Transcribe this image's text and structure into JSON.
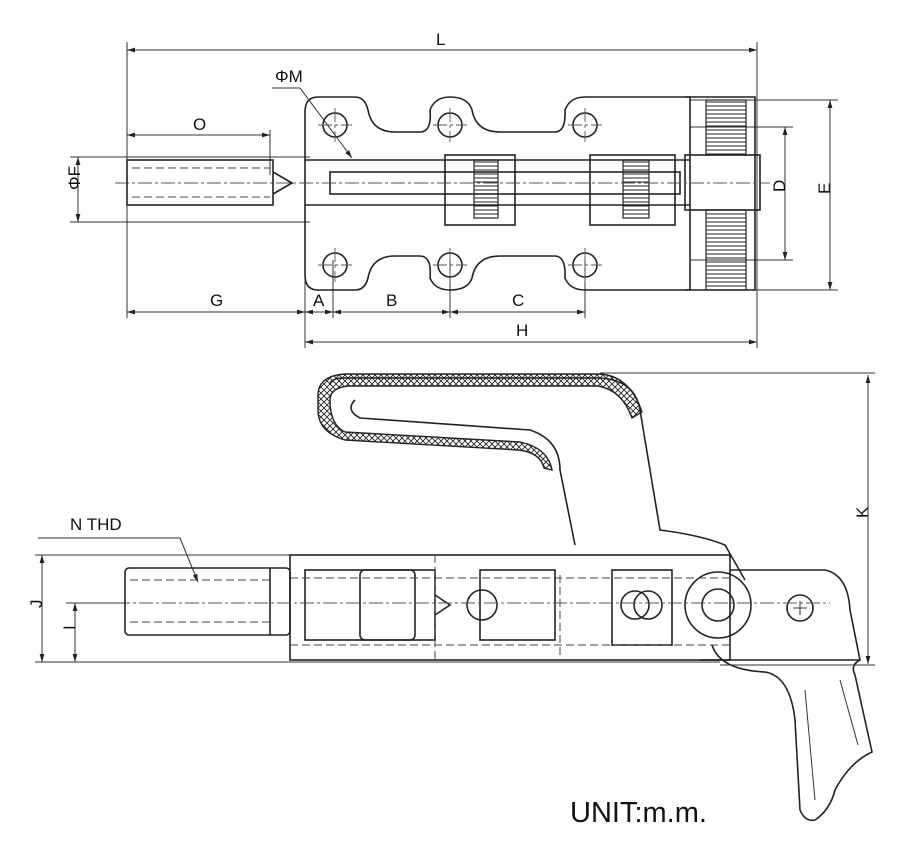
{
  "top_view": {
    "labels": {
      "L": "L",
      "M": "ΦM",
      "O": "O",
      "F": "ΦF",
      "D": "D",
      "E": "E",
      "G": "G",
      "A": "A",
      "B": "B",
      "C": "C",
      "H": "H"
    }
  },
  "side_view": {
    "labels": {
      "K": "K",
      "N": "N THD",
      "J": "J",
      "I": "I"
    }
  },
  "unit_note": "UNIT:m.m."
}
